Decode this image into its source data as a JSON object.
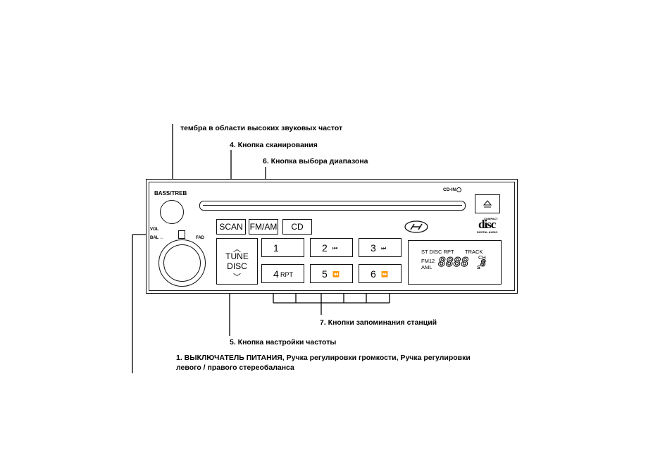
{
  "captions": {
    "treble": "тембра в области высоких звуковых частот",
    "scan": "4. Кнопка сканирования",
    "band": "6. Кнопка выбора диапазона",
    "presets": "7. Кнопки запоминания станций",
    "tune": "5. Кнопка настройки частоты",
    "power_line1": "1. ВЫКЛЮЧАТЕЛЬ ПИТАНИЯ, Ручка регулировки громкости, Ручка регулировки",
    "power_line2": "левого / правого стереобаланса"
  },
  "radio": {
    "bass_treb": "BASS/TREB",
    "vol": "VOL",
    "bal": "BAL",
    "fad": "FAD",
    "cd_in": "CD-IN",
    "scan": "SCAN",
    "fm_am": "FM/AM",
    "cd": "CD",
    "tune_line1": "TUNE",
    "tune_line2": "DISC",
    "presets": [
      {
        "num": "1",
        "extra": ""
      },
      {
        "num": "2",
        "extra": "⏮"
      },
      {
        "num": "3",
        "extra": "⏭"
      },
      {
        "num": "4",
        "extra": "RPT"
      },
      {
        "num": "5",
        "extra": "⏪"
      },
      {
        "num": "6",
        "extra": "⏩"
      }
    ],
    "display": {
      "top_labels": "ST DISC RPT",
      "track": "TRACK",
      "fm12": "FM12",
      "aml": "AML",
      "ch": "CH",
      "digits": "8888",
      "small_digit": "8",
      "s": "S"
    },
    "disc_logo": "disc",
    "disc_logo_top": "COMPACT",
    "disc_logo_bottom": "DIGITAL AUDIO"
  },
  "colors": {
    "ink": "#000000",
    "background": "#ffffff"
  }
}
